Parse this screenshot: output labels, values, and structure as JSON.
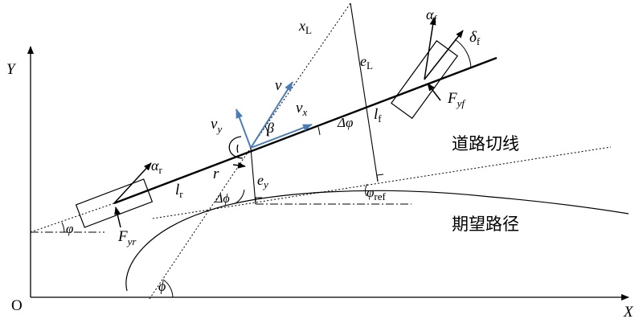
{
  "axes": {
    "origin": "O",
    "x_axis": "X",
    "y_axis": "Y"
  },
  "vehicle": {
    "vx_sym": "v",
    "vx_sub": "x",
    "vy_sym": "v",
    "vy_sub": "y",
    "v": "v",
    "beta": "β",
    "r": "r",
    "lf_sym": "l",
    "lf_sub": "f",
    "lr_sym": "l",
    "lr_sub": "r",
    "alpha_f_sym": "α",
    "alpha_f_sub": "f",
    "alpha_r_sym": "α",
    "alpha_r_sub": "r",
    "delta_f_sym": "δ",
    "delta_f_sub": "f",
    "fyf_sym": "F",
    "fyf_sub": "yf",
    "fyr_sym": "F",
    "fyr_sub": "yr"
  },
  "errors": {
    "xL_sym": "x",
    "xL_sub": "L",
    "eL_sym": "e",
    "eL_sub": "L",
    "ey_sym": "e",
    "ey_sub": "y",
    "dphi": "Δϕ",
    "dvarphi": "Δφ",
    "phi_ref_sym": "φ",
    "phi_ref_sub": "ref",
    "varphi": "φ",
    "phi": "ϕ"
  },
  "labels": {
    "road_tangent": "道路切线",
    "desired_path": "期望路径"
  },
  "colors": {
    "velocity_arrow": "#4a7db5",
    "stroke": "#000000"
  }
}
